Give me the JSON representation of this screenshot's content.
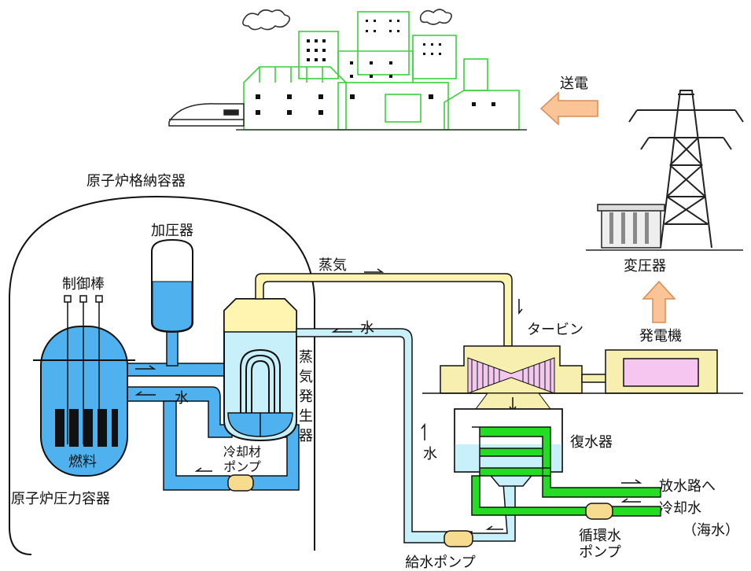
{
  "labels": {
    "containment": "原子炉格納容器",
    "pressurizer": "加圧器",
    "control_rods": "制御棒",
    "fuel": "燃料",
    "reactor_vessel": "原子炉圧力容器",
    "coolant_pump_line1": "冷却材",
    "coolant_pump_line2": "ポンプ",
    "water_primary": "水",
    "steam": "蒸気",
    "water_return": "水",
    "steam_generator_chars": [
      "蒸",
      "気",
      "発",
      "生",
      "器"
    ],
    "turbine": "タービン",
    "generator": "発電機",
    "condenser": "復水器",
    "water_feed": "水",
    "feed_pump": "給水ポンプ",
    "discharge": "放水路へ",
    "cooling_water": "冷却水",
    "seawater": "（海水）",
    "circ_pump_line1": "循環水",
    "circ_pump_line2": "ポンプ",
    "transformer": "変圧器",
    "transmission": "送電"
  },
  "colors": {
    "primary_coolant": "#4fb2ee",
    "steam_line": "#fff4b0",
    "feed_water": "#c8f0fa",
    "cooling_water": "#22dd22",
    "generator_body": "#f6efb0",
    "generator_rotor": "#f6c6f0",
    "turbine_blades": "#f3c8ef",
    "arrow_orange": "#fbc497",
    "city_outline": "#3ad13a",
    "pump": "#f7dc8f"
  },
  "icons": {
    "city": "city-skyline-icon",
    "train": "bullet-train-icon",
    "tower": "transmission-tower-icon"
  }
}
